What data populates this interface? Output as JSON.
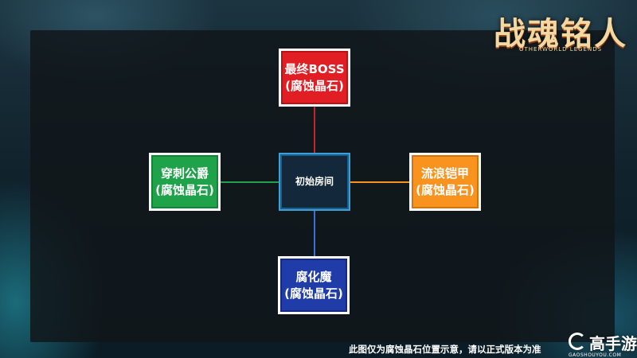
{
  "logo": {
    "title": "战魂铭人",
    "subtitle": "OTHERWORLD LEGENDS"
  },
  "map": {
    "rooms": {
      "top": {
        "line1": "最终BOSS",
        "line2": "(腐蚀晶石)",
        "color": "#e21e25"
      },
      "left": {
        "line1": "穿刺公爵",
        "line2": "(腐蚀晶石)",
        "color": "#1fa24a"
      },
      "center": {
        "line1": "初始房间",
        "color": "#13283a"
      },
      "right": {
        "line1": "流浪铠甲",
        "line2": "(腐蚀晶石)",
        "color": "#f7931e"
      },
      "bottom": {
        "line1": "腐化魔",
        "line2": "(腐蚀晶石)",
        "color": "#1f3ca8"
      }
    },
    "connector_colors": {
      "top": "#c0262c",
      "left": "#1fa24a",
      "right": "#f7931e",
      "bottom": "#3d6fd8"
    }
  },
  "caption": "此图仅为腐蚀晶石位置示意，请以正式版本为准",
  "watermark": {
    "brand": "高手游",
    "url": "GAOSHOUYOU.COM"
  }
}
